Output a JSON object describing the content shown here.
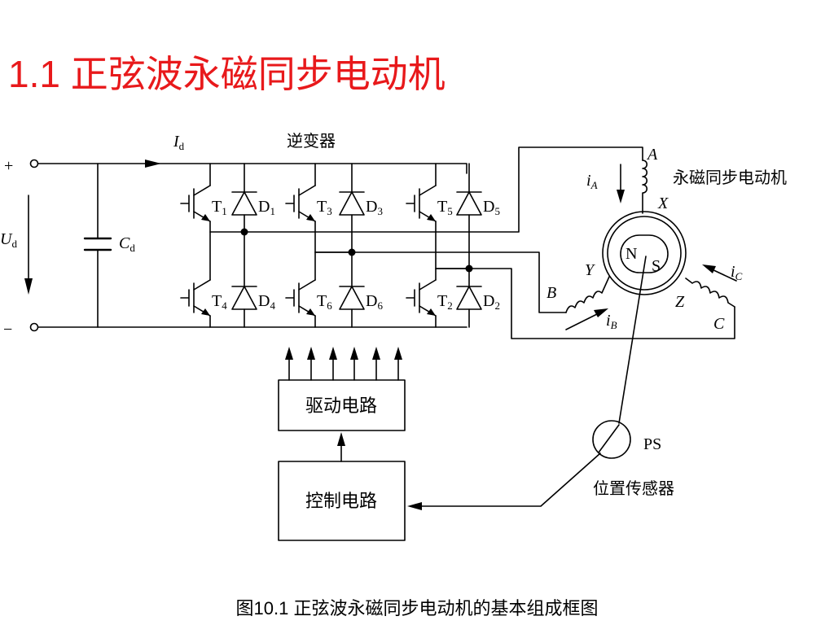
{
  "title": "1.1 正弦波永磁同步电动机",
  "caption": "图10.1  正弦波永磁同步电动机的基本组成框图",
  "diagram": {
    "inverter_label": "逆变器",
    "motor_label": "永磁同步电动机",
    "sensor_label": "位置传感器",
    "sensor_tag": "PS",
    "drive_box": "驱动电路",
    "control_box": "控制电路",
    "dc_plus": "+",
    "dc_minus": "−",
    "current_id": {
      "main": "I",
      "sub": "d"
    },
    "voltage_ud": {
      "main": "U",
      "sub": "d"
    },
    "capacitor": {
      "main": "C",
      "sub": "d"
    },
    "rotor_n": "N",
    "rotor_s": "S",
    "phase_a": {
      "terminal": "A",
      "end": "X",
      "current": "i",
      "current_sub": "A"
    },
    "phase_b": {
      "terminal": "B",
      "end": "Y",
      "current": "i",
      "current_sub": "B"
    },
    "phase_c": {
      "terminal": "C",
      "end": "Z",
      "current": "i",
      "current_sub": "C"
    },
    "switches_top": [
      {
        "t": "T",
        "t_sub": "1",
        "d": "D",
        "d_sub": "1"
      },
      {
        "t": "T",
        "t_sub": "3",
        "d": "D",
        "d_sub": "3"
      },
      {
        "t": "T",
        "t_sub": "5",
        "d": "D",
        "d_sub": "5"
      }
    ],
    "switches_bottom": [
      {
        "t": "T",
        "t_sub": "4",
        "d": "D",
        "d_sub": "4"
      },
      {
        "t": "T",
        "t_sub": "6",
        "d": "D",
        "d_sub": "6"
      },
      {
        "t": "T",
        "t_sub": "2",
        "d": "D",
        "d_sub": "2"
      }
    ]
  }
}
